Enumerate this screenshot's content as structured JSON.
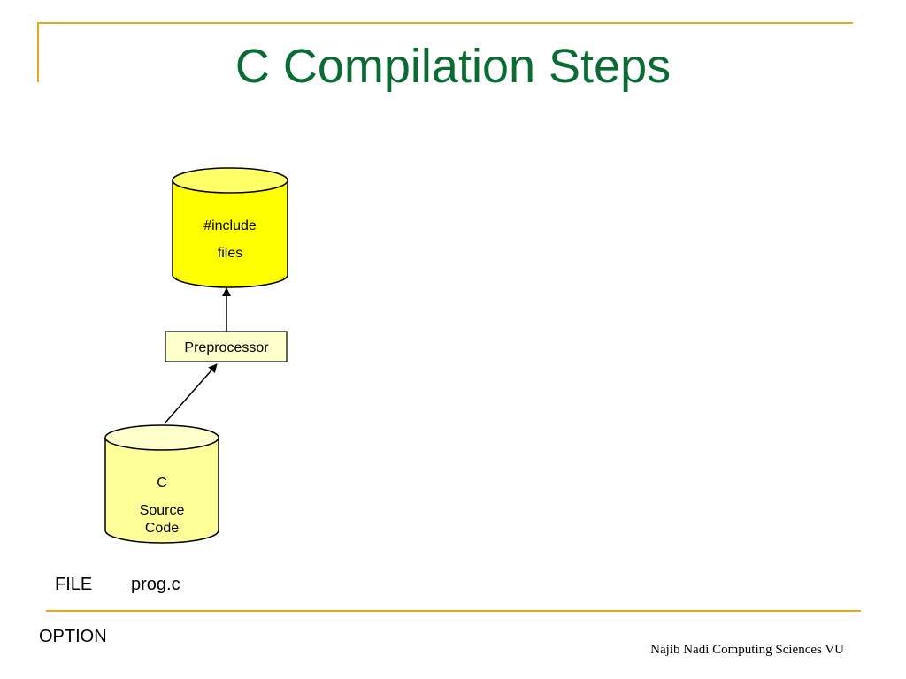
{
  "title": "C Compilation Steps",
  "diagram": {
    "include_db": {
      "line1": "#include",
      "line2": "files"
    },
    "preprocessor": {
      "label": "Preprocessor"
    },
    "source_db": {
      "line1": "C",
      "line2": "Source",
      "line3": "Code"
    }
  },
  "file_row": {
    "label": "FILE",
    "value": "prog.c"
  },
  "option_label": "OPTION",
  "footer": "Najib Nadi  Computing Sciences VU",
  "colors": {
    "accent": "#e5a823",
    "title": "#0b6b34",
    "db_fill": "#ffff00",
    "db_light_fill": "#ffff99",
    "box_fill": "#ffffcc"
  }
}
